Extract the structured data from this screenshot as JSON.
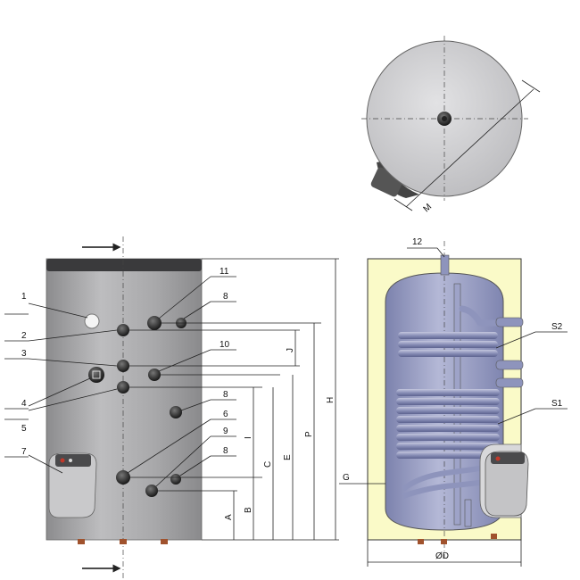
{
  "callouts": {
    "c1": "1",
    "c2": "2",
    "c3": "3",
    "c4": "4",
    "c5": "5",
    "c6": "6",
    "c7": "7",
    "c8a": "8",
    "c8b": "8",
    "c8c": "8",
    "c9": "9",
    "c10": "10",
    "c11": "11",
    "c12": "12",
    "s1": "S1",
    "s2": "S2"
  },
  "dimensions": {
    "a": "A",
    "b": "B",
    "c": "C",
    "e": "E",
    "i": "I",
    "j": "J",
    "p": "P",
    "h": "H",
    "g": "G",
    "m": "M",
    "d": "ØD"
  },
  "colors": {
    "tank_body": "#a9a9ab",
    "tank_cap": "#3a3a3c",
    "insulation": "#fafac8",
    "inner_tank": "#9aa0c4",
    "coil": "#8e94bc"
  }
}
